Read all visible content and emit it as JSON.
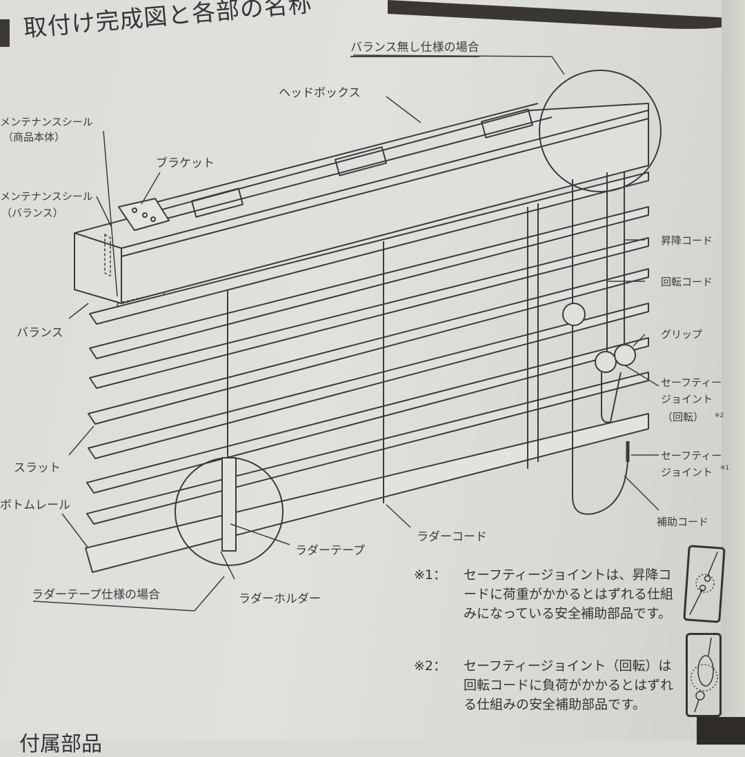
{
  "document": {
    "section_title": "取付け完成図と各部の名称",
    "footer_heading_partial": "付属部品"
  },
  "diagram": {
    "callouts": {
      "no_valance_spec": "バランス無し仕様の場合",
      "head_box": "ヘッドボックス",
      "maintenance_seal_body": "メンテナンスシール",
      "maintenance_seal_body_sub": "（商品本体）",
      "bracket": "ブラケット",
      "maintenance_seal_valance": "メンテナンスシール",
      "maintenance_seal_valance_sub": "（バランス）",
      "valance": "バランス",
      "slat": "スラット",
      "bottom_rail": "ボトムレール",
      "lift_cord": "昇降コード",
      "tilt_cord": "回転コード",
      "grip": "グリップ",
      "safety_joint_tilt_1": "セーフティー",
      "safety_joint_tilt_2": "ジョイント",
      "safety_joint_tilt_3": "（回転）",
      "safety_joint_tilt_ref": "※2",
      "safety_joint_1": "セーフティー",
      "safety_joint_2": "ジョイント",
      "safety_joint_ref": "※1",
      "auxiliary_cord": "補助コード",
      "ladder_tape": "ラダーテープ",
      "ladder_cord": "ラダーコード",
      "ladder_holder": "ラダーホルダー",
      "ladder_tape_spec": "ラダーテープ仕様の場合"
    }
  },
  "notes": [
    {
      "mark": "※1：",
      "text": "セーフティージョイントは、昇降コ\nードに荷重がかかるとはずれる仕組\nみになっている安全補助部品です。",
      "icon": "cord-detach-illustration-icon"
    },
    {
      "mark": "※2：",
      "text": "セーフティージョイント（回転）は\n回転コードに負荷がかかるとはずれ\nる仕組みの安全補助部品です。",
      "icon": "grip-detach-illustration-icon"
    }
  ],
  "colors": {
    "paper": "#dcddd9",
    "ink": "#3a3a3a",
    "band": "#3b3634"
  }
}
